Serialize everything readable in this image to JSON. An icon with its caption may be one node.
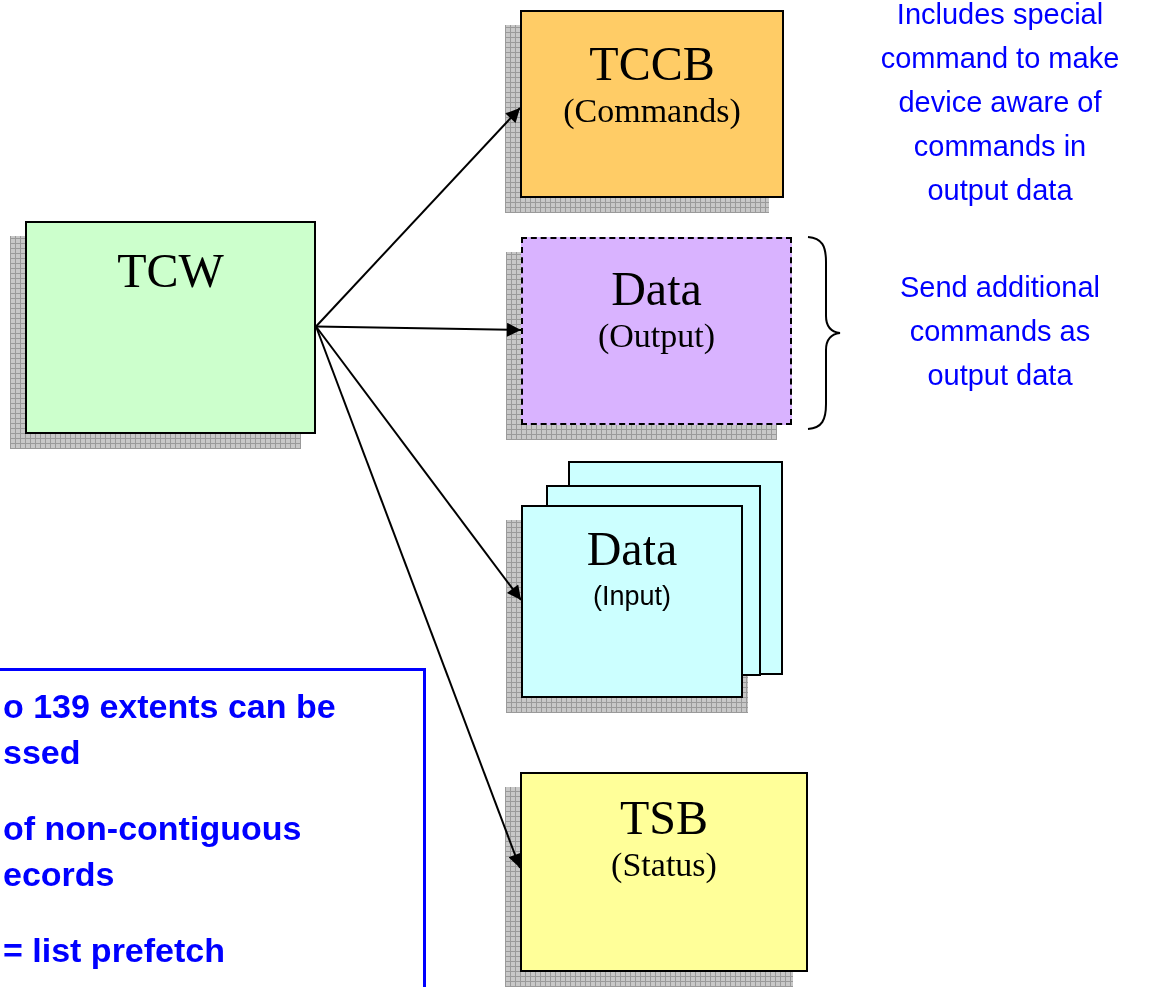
{
  "diagram": {
    "nodes": [
      {
        "text": [
          "TCW"
        ]
      },
      {
        "text": [
          "TCCB",
          "(Commands)"
        ]
      },
      {
        "text": [
          "Data",
          "(Output)"
        ]
      },
      {
        "text": [
          "Data",
          "(Input)"
        ]
      },
      {
        "text": [
          "TSB",
          "(Status)"
        ]
      },
      {
        "text": [
          "o 139 extents can be ssed",
          "of non-contiguous ecords",
          "= list prefetch"
        ]
      }
    ],
    "edges": [
      {
        "from": 0,
        "to": 1,
        "arrow": "to"
      },
      {
        "from": 0,
        "to": 2,
        "arrow": "to"
      },
      {
        "from": 0,
        "to": 3,
        "arrow": "to"
      },
      {
        "from": 0,
        "to": 4,
        "arrow": "to"
      }
    ],
    "labels": [
      "Includes special command to make device aware of commands in output data",
      "Send additional commands as output data"
    ]
  }
}
